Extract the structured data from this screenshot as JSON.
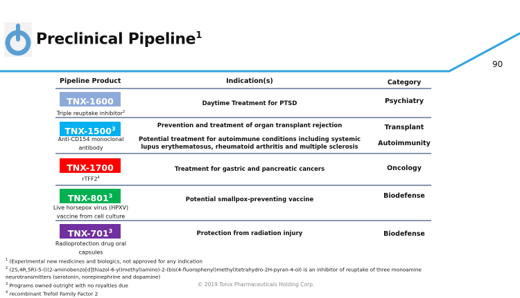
{
  "header": {
    "title": "Preclinical Pipeline",
    "title_sup": "1",
    "page_number": "90",
    "logo": "power-button-logo",
    "accent": "#2ea4dd"
  },
  "table": {
    "columns": [
      "Pipeline Product",
      "Indication(s)",
      "Category"
    ],
    "rows": [
      {
        "product": "TNX-1600",
        "sup": "",
        "color": "#8eaadb",
        "description": "Triple reuptake inhibitor",
        "desc_sup": "2",
        "indications": [
          "Daytime Treatment for PTSD"
        ],
        "categories": [
          "Psychiatry"
        ]
      },
      {
        "product": "TNX-1500",
        "sup": "3",
        "color": "#00b0f0",
        "description": "Anti-CD154 monoclonal antibody",
        "desc_sup": "",
        "indications": [
          "Prevention and treatment of organ transplant rejection",
          "Potential treatment for autoimmune conditions including systemic lupus erythematosus, rheumatoid arthritis and multiple sclerosis"
        ],
        "categories": [
          "Transplant",
          "Autoimmunity"
        ]
      },
      {
        "product": "TNX-1700",
        "sup": "",
        "color": "#ff0000",
        "description": "rTFF2",
        "desc_sup": "4",
        "indications": [
          "Treatment for gastric and pancreatic cancers"
        ],
        "categories": [
          "Oncology"
        ]
      },
      {
        "product": "TNX-801",
        "sup": "3",
        "color": "#00b050",
        "description": "Live horsepox virus (HPXV) vaccine from cell culture",
        "desc_sup": "",
        "indications": [
          "Potential smallpox-preventing vaccine"
        ],
        "categories": [
          "Biodefense"
        ]
      },
      {
        "product": "TNX-701",
        "sup": "3",
        "color": "#7030a0",
        "description": "Radioprotection drug oral capsules",
        "desc_sup": "",
        "indications": [
          "Protection from radiation injury"
        ],
        "categories": [
          "Biodefense"
        ]
      }
    ]
  },
  "footnotes": [
    {
      "n": "1",
      "text": "(Experimental new medicines and biologics, not approved for any indication"
    },
    {
      "n": "2",
      "text": "(2S,4R,5R)-5-(((2-aminobenzo[d]thiazol-6-yl)methyl)amino)-2-(bis(4-fluorophenyl)methyl)tetrahydro-2H-pyran-4-ol) is an inhibitor of reuptake of three monoamine neurotransmitters (serotonin, norepinephrine and dopamine)"
    },
    {
      "n": "3",
      "text": "Programs owned outright with no royalties due"
    },
    {
      "n": "4",
      "text": "recombinant Trefoil Family Factor 2"
    }
  ],
  "copyright": "© 2019 Tonix Pharmaceuticals Holding Corp."
}
